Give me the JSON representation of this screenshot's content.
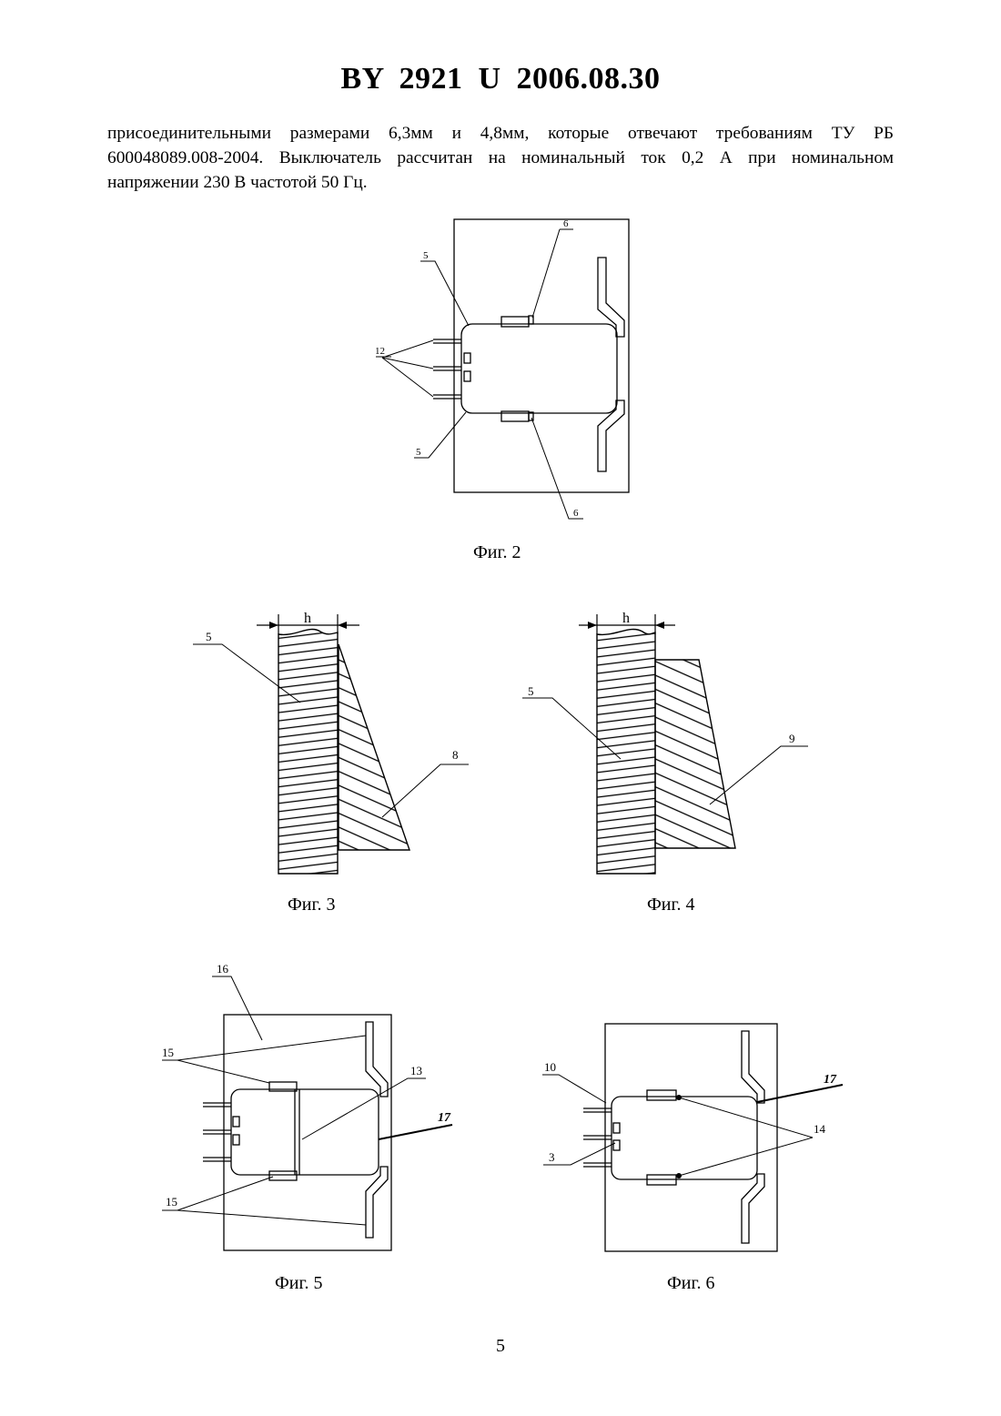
{
  "header": {
    "title": "BY  2921  U  2006.08.30"
  },
  "body_text": {
    "line1": "присоединительными размерами 6,3мм и 4,8мм, которые отвечают требованиям ТУ РБ",
    "line2": "600048089.008-2004. Выключатель рассчитан на номинальный ток 0,2 А при номинальном",
    "line3": "напряжении 230 В частотой 50 Гц."
  },
  "figures": {
    "fig2": {
      "caption": "Фиг. 2",
      "labels": {
        "a": "6",
        "b": "5",
        "c": "12",
        "d": "5",
        "e": "6"
      }
    },
    "fig3": {
      "caption": "Фиг. 3",
      "labels": {
        "h": "h",
        "a": "5",
        "b": "8"
      }
    },
    "fig4": {
      "caption": "Фиг. 4",
      "labels": {
        "h": "h",
        "a": "5",
        "b": "9"
      }
    },
    "fig5": {
      "caption": "Фиг. 5",
      "labels": {
        "a": "16",
        "b": "15",
        "c": "13",
        "d": "17",
        "e": "15"
      }
    },
    "fig6": {
      "caption": "Фиг. 6",
      "labels": {
        "a": "10",
        "b": "17",
        "c": "14",
        "d": "3"
      }
    }
  },
  "page_number": "5"
}
